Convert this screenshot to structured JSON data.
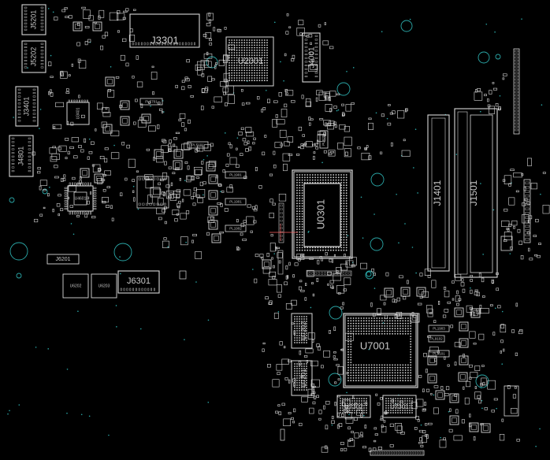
{
  "viewer": {
    "background_color": "#000000",
    "outline_color": "#d8d8d8",
    "label_color": "#c8c8c8",
    "via_color": "#2aa8a8",
    "marker_color": "#ff6060"
  },
  "components": {
    "J5201": "J5201",
    "J5202": "J5202",
    "J3401": "J3401",
    "J4801": "J4801",
    "J3301": "J3301",
    "U2001": "U2001",
    "J4001": "J4001",
    "U0301": "U0301",
    "J1401": "J1401",
    "J1501": "J1501",
    "J6201": "J6201",
    "J6301": "J6301",
    "U7001": "U7001",
    "U7202": "U7202",
    "U7201": "U7201",
    "U7302": "U7302",
    "U7301": "U7301",
    "U3401": "U3401",
    "U4601": "U4601",
    "U6202": "U6202",
    "U6203": "U6203"
  },
  "small_labels": [
    "PL5701",
    "PL5101",
    "PL1901",
    "PL1901",
    "PL1902",
    "PL1903",
    "PL9101",
    "PL9102",
    "PL9201",
    "U6301"
  ]
}
